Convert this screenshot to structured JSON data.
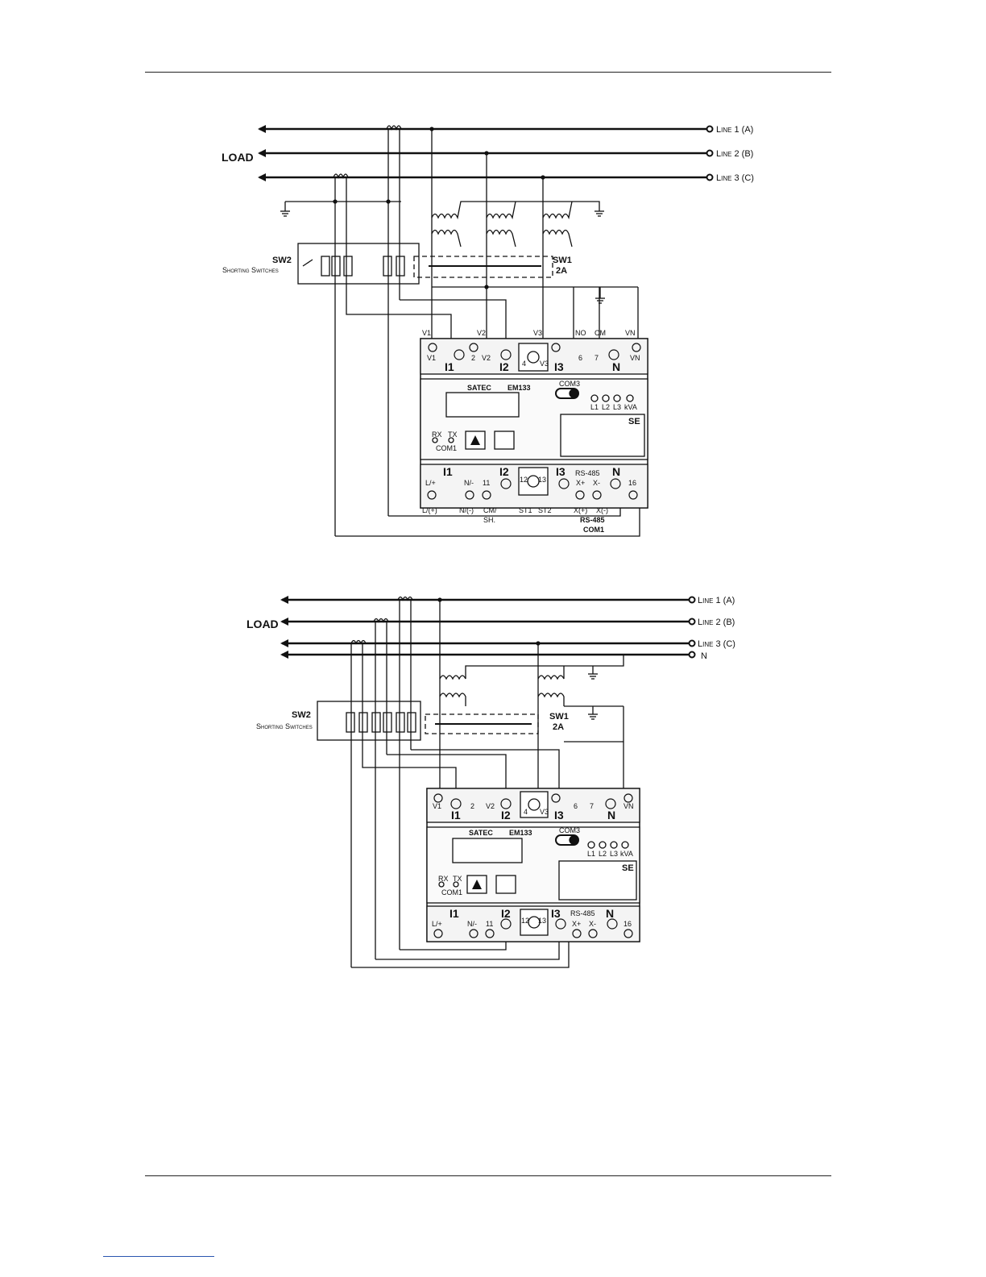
{
  "diagram1": {
    "load": "LOAD",
    "lines": [
      "Line 1 (A)",
      "Line 2 (B)",
      "Line 3 (C)"
    ],
    "sw2": "SW2",
    "shorting": "Shorting Switches",
    "sw1": "SW1",
    "sw1_rating": "2A",
    "top_wire_labels": [
      "V1",
      "V2",
      "V3",
      "NO",
      "CM",
      "VN"
    ],
    "top_terms": [
      "V1",
      "2",
      "V2",
      "4",
      "V3",
      "6",
      "7",
      "VN"
    ],
    "top_big": [
      "I1",
      "I2",
      "I3",
      "N"
    ],
    "brand": "SATEC",
    "model": "EM133",
    "com": "COM3",
    "leds": [
      "L1",
      "L2",
      "L3",
      "kVA"
    ],
    "rx": "RX",
    "tx": "TX",
    "com1": "COM1",
    "se": "SE",
    "bottom_big": [
      "I1",
      "I2",
      "I3",
      "N"
    ],
    "rs485": "RS-485",
    "bottom_terms": [
      "L/+",
      "N/-",
      "11",
      "12",
      "13",
      "X+",
      "X-",
      "16"
    ],
    "bottom_wire_labels": [
      "L/(+)",
      "N/(-)",
      "CM/",
      "SH.",
      "ST1",
      "ST2",
      "X(+)",
      "X(-)",
      "RS-485",
      "COM1"
    ]
  },
  "diagram2": {
    "load": "LOAD",
    "lines": [
      "Line 1 (A)",
      "Line 2 (B)",
      "Line 3 (C)",
      "N"
    ],
    "sw2": "SW2",
    "shorting": "Shorting Switches",
    "sw1": "SW1",
    "sw1_rating": "2A",
    "top_terms": [
      "V1",
      "2",
      "V2",
      "4",
      "V3",
      "6",
      "7",
      "VN"
    ],
    "top_big": [
      "I1",
      "I2",
      "I3",
      "N"
    ],
    "brand": "SATEC",
    "model": "EM133",
    "com": "COM3",
    "leds": [
      "L1",
      "L2",
      "L3",
      "kVA"
    ],
    "rx": "RX",
    "tx": "TX",
    "com1": "COM1",
    "se": "SE",
    "bottom_big": [
      "I1",
      "I2",
      "I3",
      "N"
    ],
    "rs485": "RS-485",
    "bottom_terms": [
      "L/+",
      "N/-",
      "11",
      "12",
      "13",
      "X+",
      "X-",
      "16"
    ]
  }
}
